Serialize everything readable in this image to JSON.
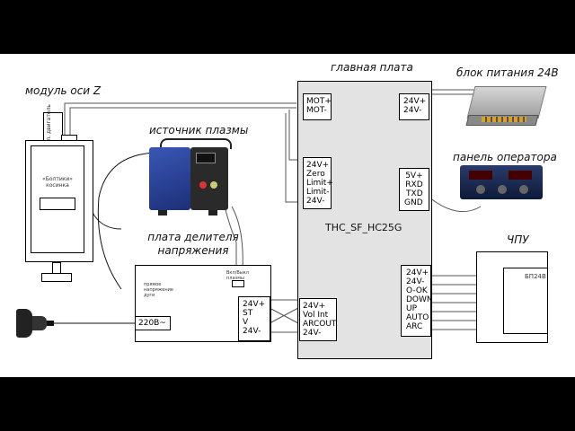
{
  "labels": {
    "main_board": "главная плата",
    "psu": "блок питания 24В",
    "z_axis": "модуль оси Z",
    "plasma": "источник плазмы",
    "operator_panel": "панель оператора",
    "divider": "плата делителя напряжения",
    "cnc": "ЧПУ",
    "board_model": "THC_SF_HC25G"
  },
  "main_board": {
    "mot_pins": [
      "MOT+",
      "MOT-"
    ],
    "psu_pins": [
      "24V+",
      "24V-"
    ],
    "limit_pins": [
      "24V+",
      "Zero",
      "Limit+",
      "Limit-",
      "24V-"
    ],
    "panel_pins": [
      "5V+",
      "RXD",
      "TXD",
      "GND"
    ],
    "cnc_pins": [
      "24V+",
      "24V-",
      "O-OK",
      "DOWN",
      "UP",
      "AUTO",
      "ARC"
    ],
    "divider_pins": [
      "24V+",
      "Vol Int",
      "ARCOUT",
      "24V-"
    ]
  },
  "divider_board": {
    "pins": [
      "24V+",
      "ST",
      "V",
      "24V-"
    ],
    "mains": "220В~",
    "note_switch": "Вкл/Выкл плазмы",
    "note_voltage": "прямое напряжение дуги"
  },
  "cnc": {
    "psu": "БП24В"
  },
  "z_axis": {
    "motor": "эл. двигатель",
    "limits": "«Болтики» косинка"
  }
}
